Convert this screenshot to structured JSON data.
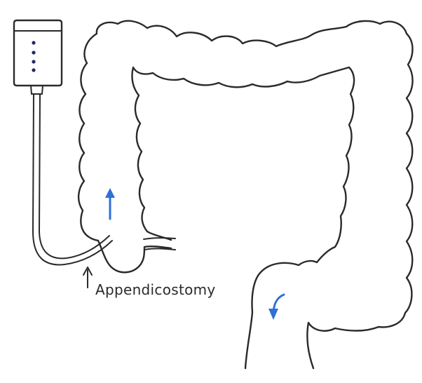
{
  "labels": {
    "appendicostomy": "Appendicostomy"
  },
  "colors": {
    "ink": "#2a2a2a",
    "arrow": "#2f6fd6",
    "bag_dots": "#1f2a66"
  },
  "icons": {
    "flow_arrows": "blue-flow-arrow",
    "pointer": "upward-pointer-arrow"
  }
}
